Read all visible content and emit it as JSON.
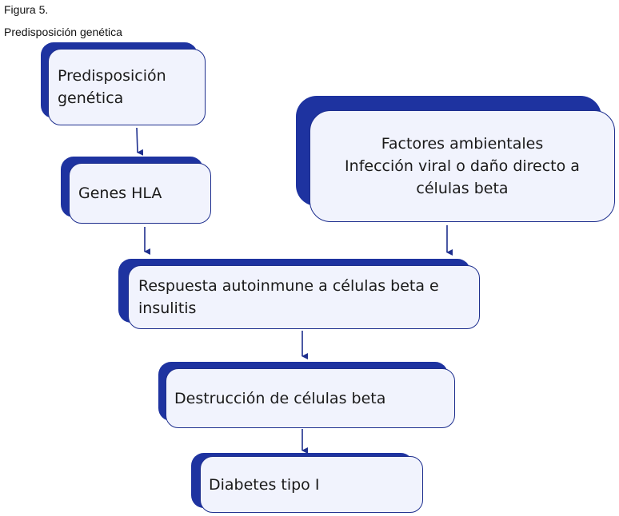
{
  "caption": {
    "figure_number": "Figura 5.",
    "title": "Predisposición genética"
  },
  "nodes": {
    "predisposicion": {
      "lines": [
        "Predisposición",
        "genética"
      ]
    },
    "genes_hla": {
      "lines": [
        "Genes HLA"
      ]
    },
    "factores": {
      "lines": [
        "Factores ambientales",
        "Infección viral  o daño directo a",
        "células beta"
      ]
    },
    "respuesta": {
      "lines": [
        "Respuesta autoinmune a células beta e",
        "insulitis"
      ]
    },
    "destruccion": {
      "lines": [
        "Destrucción de células beta"
      ]
    },
    "diabetes": {
      "lines": [
        "Diabetes tipo I"
      ]
    }
  },
  "colors": {
    "shadow": "#1e33a0",
    "box_fill": "#f1f3fd",
    "box_border": "#1e2f8e",
    "arrow": "#1e2f8e"
  }
}
